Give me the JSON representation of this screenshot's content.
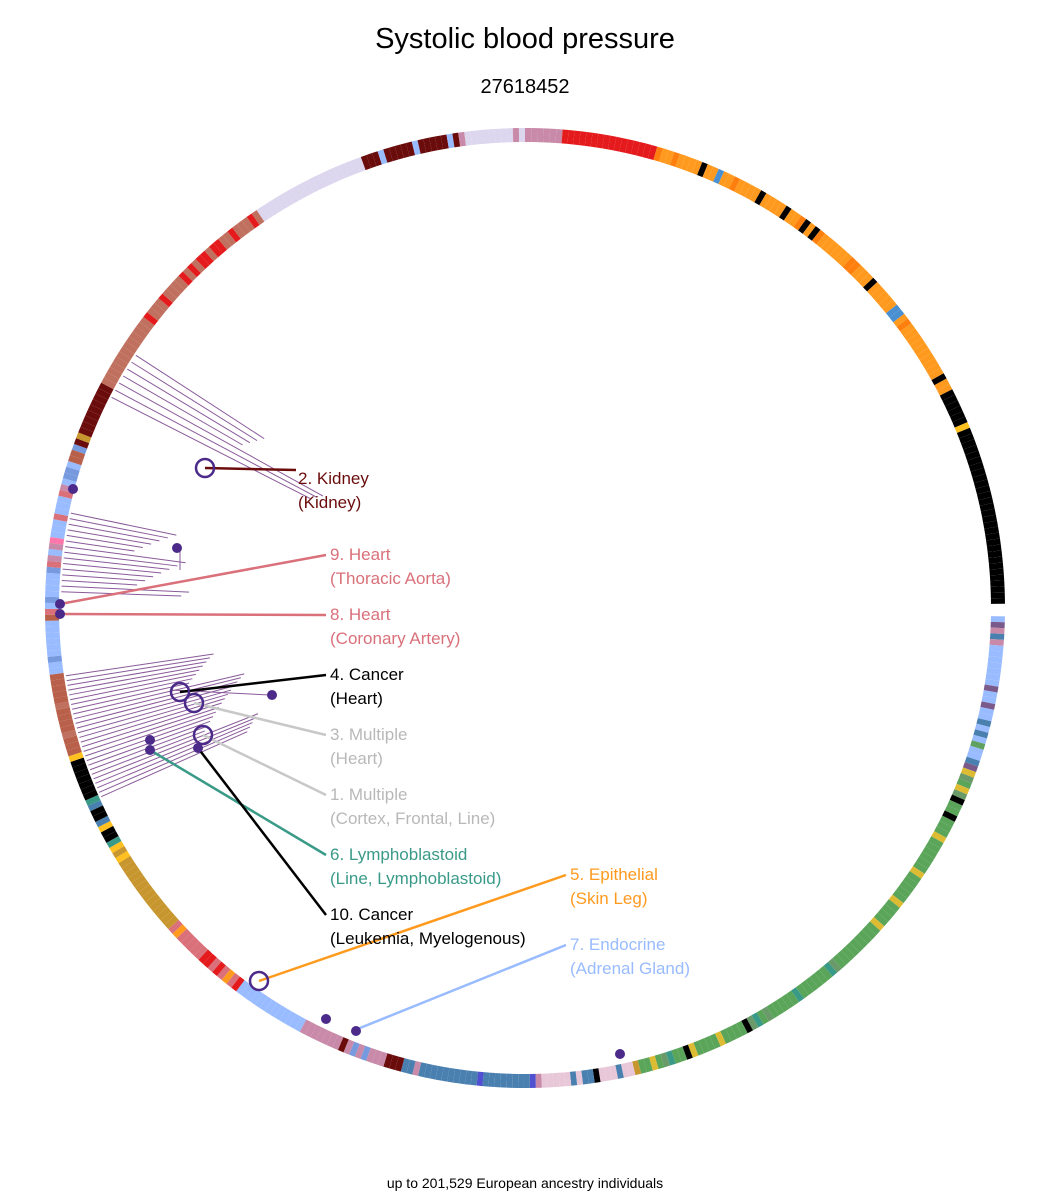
{
  "title": "Systolic blood pressure",
  "subtitle": "27618452",
  "footer": "up to 201,529 European ancestry individuals",
  "colors": {
    "tree": "#8a5a9a",
    "marker": "#4b2a8a"
  },
  "annotations": [
    {
      "id": "a2",
      "line1": "2. Kidney",
      "line2": "(Kidney)",
      "color": "#6b0c0c"
    },
    {
      "id": "a9",
      "line1": "9. Heart",
      "line2": "(Thoracic Aorta)",
      "color": "#d9707a"
    },
    {
      "id": "a8",
      "line1": "8. Heart",
      "line2": "(Coronary Artery)",
      "color": "#d9707a"
    },
    {
      "id": "a3",
      "line1": "3. Multiple",
      "line2": "(Heart)",
      "color": "#c8c8c8"
    },
    {
      "id": "a1",
      "line1": "1. Multiple",
      "line2": "(Cortex, Frontal, Line)",
      "color": "#c8c8c8"
    },
    {
      "id": "a4",
      "line1": "4. Cancer",
      "line2": "(Heart)",
      "color": "#000000"
    },
    {
      "id": "a6",
      "line1": "6. Lymphoblastoid",
      "line2": "(Line, Lymphoblastoid)",
      "color": "#3a9a88"
    },
    {
      "id": "a10",
      "line1": "10. Cancer",
      "line2": "(Leukemia, Myelogenous)",
      "color": "#000000"
    },
    {
      "id": "a5",
      "line1": "5. Epithelial",
      "line2": "(Skin Leg)",
      "color": "#ff9a1f"
    },
    {
      "id": "a7",
      "line1": "7. Endocrine",
      "line2": "(Adrenal Gland)",
      "color": "#99bbff"
    }
  ]
}
